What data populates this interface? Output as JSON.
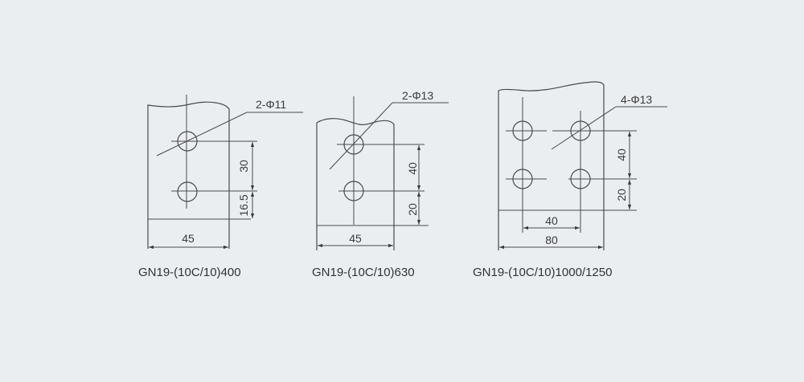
{
  "colors": {
    "background": "#ebeef1",
    "line": "#4a4a4a",
    "text": "#333333"
  },
  "drawings": [
    {
      "id": "gn19-400",
      "caption": "GN19-(10C/10)400",
      "hole_callout": "2-Φ11",
      "width_dim": "45",
      "vertical_dims": [
        "30",
        "16.5"
      ]
    },
    {
      "id": "gn19-630",
      "caption": "GN19-(10C/10)630",
      "hole_callout": "2-Φ13",
      "width_dim": "45",
      "vertical_dims": [
        "40",
        "20"
      ]
    },
    {
      "id": "gn19-1000-1250",
      "caption": "GN19-(10C/10)1000/1250",
      "hole_callout": "4-Φ13",
      "width_dim": "80",
      "inner_width_dim": "40",
      "vertical_dims": [
        "40",
        "20"
      ]
    }
  ]
}
